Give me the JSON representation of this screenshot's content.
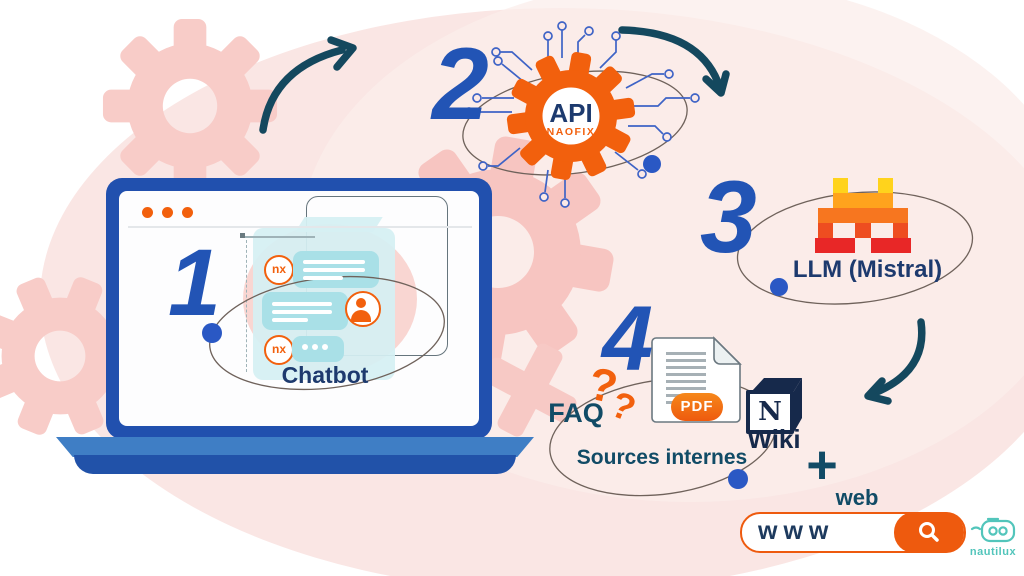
{
  "steps": {
    "one": {
      "number": "1",
      "label": "Chatbot",
      "bot_avatar": "nx"
    },
    "two": {
      "number": "2",
      "title": "API",
      "subtitle": "NAOFIX"
    },
    "three": {
      "number": "3",
      "label": "LLM (Mistral)"
    },
    "four": {
      "number": "4",
      "faq_label": "FAQ",
      "question_mark_1": "?",
      "question_mark_2": "?",
      "pdf_badge": "PDF",
      "notion_letter": "N",
      "wiki_label": "Wiki",
      "caption": "Sources internes"
    }
  },
  "web_extra": {
    "plus_sign": "+",
    "label": "web",
    "search_text": "www"
  },
  "brand": {
    "name": "nautilux"
  },
  "colors": {
    "accent_orange": "#F2600D",
    "number_blue": "#2254B5",
    "navy_text": "#1D3A6E",
    "teal_text": "#114B66",
    "arrow_dark_teal": "#14485E",
    "blob_pink": "#FAE6E4",
    "gear_pink": "#F8CCC8",
    "chat_cyan": "#A9E0E7",
    "laptop_blue": "#2150AE",
    "orbit_dot_blue": "#2A58C4",
    "circuit_blue": "#3E63C6",
    "mistral_yellow": "#FFD31C",
    "mistral_amber": "#FFA31D",
    "mistral_orange": "#F7761F",
    "mistral_vermilion": "#EE4D20",
    "mistral_red": "#E82727",
    "notion_navy": "#16294B",
    "nautilux_teal": "#52C5BB"
  }
}
